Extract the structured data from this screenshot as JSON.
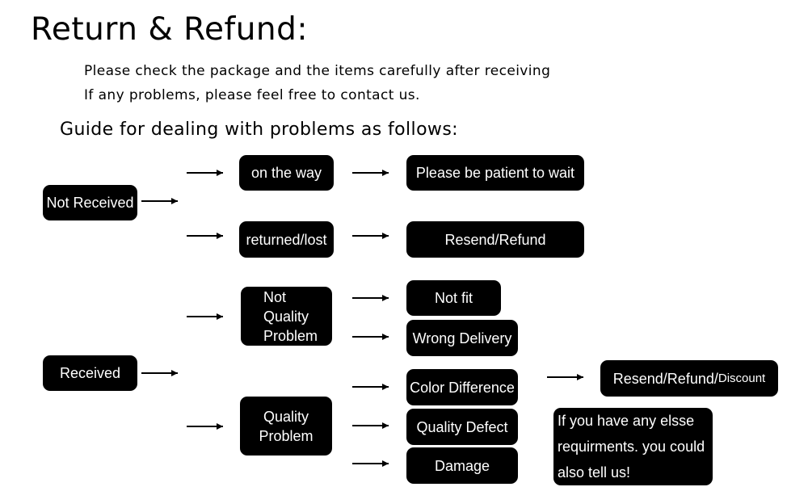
{
  "header": {
    "title": "Return & Refund:",
    "intro_line_1": "Please check the package and the items carefully after receiving",
    "intro_line_2": "If any problems, please feel free to contact us.",
    "guide": "Guide for dealing with problems as follows:"
  },
  "nodes": {
    "not_received": "Not Received",
    "on_the_way": "on the way",
    "patient_wait": "Please be patient to wait",
    "returned_lost": "returned/lost",
    "resend_refund": "Resend/Refund",
    "received": "Received",
    "not_quality_problem": "Not\nQuality\nProblem",
    "not_fit": "Not fit",
    "wrong_delivery": "Wrong Delivery",
    "quality_problem": "Quality\nProblem",
    "color_difference": "Color Difference",
    "quality_defect": "Quality Defect",
    "damage": "Damage",
    "resend_refund_main": "Resend/Refund/",
    "resend_refund_discount": "Discount",
    "other_requirements": "If you have any elsse\nrequirments. you could\nalso tell us!"
  }
}
